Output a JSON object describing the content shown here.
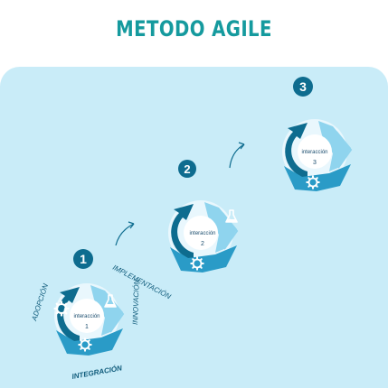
{
  "title": "METODO AGILE",
  "colors": {
    "title": "#159a9e",
    "panel": "#c9ecf8",
    "dark": "#0e6c8f",
    "mid": "#2a9bc7",
    "light": "#8fd4ee",
    "circle_bg": "#ffffff"
  },
  "steps": [
    {
      "number": "1",
      "label": "interacción",
      "sublabel": "1"
    },
    {
      "number": "2",
      "label": "interacción",
      "sublabel": "2"
    },
    {
      "number": "3",
      "label": "interacción",
      "sublabel": "3"
    }
  ],
  "phases": {
    "top": "IMPLEMENTACIÓN",
    "left": "ADOPCIÓN",
    "right": "INNOVACIÓN",
    "bottom": "INTEGRACIÓN"
  },
  "icons": [
    "gear-icon",
    "flask-icon",
    "arrow-icon"
  ]
}
